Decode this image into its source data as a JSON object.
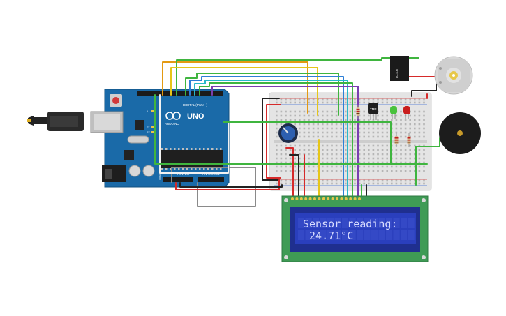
{
  "arduino": {
    "brand": "UNO",
    "logo_text": "ARDUINO",
    "digital_header": "DIGITAL (PWM~)",
    "power_label": "POWER",
    "analog_label": "ANALOG IN",
    "tx_label": "TX",
    "rx_label": "RX",
    "l_label": "L",
    "ioref": "IOREF"
  },
  "lcd": {
    "line1": "Sensor reading:",
    "line2": " 24.71°C"
  },
  "temperature_sensor": {
    "label": "TMP"
  },
  "relay": {
    "label": "LU-5-R"
  },
  "colors": {
    "board": "#1a6aa8",
    "breadboard": "#e6e6e6",
    "lcd_pcb": "#3f9b55",
    "lcd_screen": "#2a3fbd",
    "wire_red": "#d62a2a",
    "wire_black": "#222222",
    "wire_green": "#3fb53f",
    "wire_orange": "#e39a12",
    "wire_yellow": "#e6c619",
    "wire_blue": "#2e7fd6",
    "wire_cyan": "#28b9c9",
    "wire_purple": "#7a3fb0",
    "wire_grey": "#8a8a8a"
  }
}
